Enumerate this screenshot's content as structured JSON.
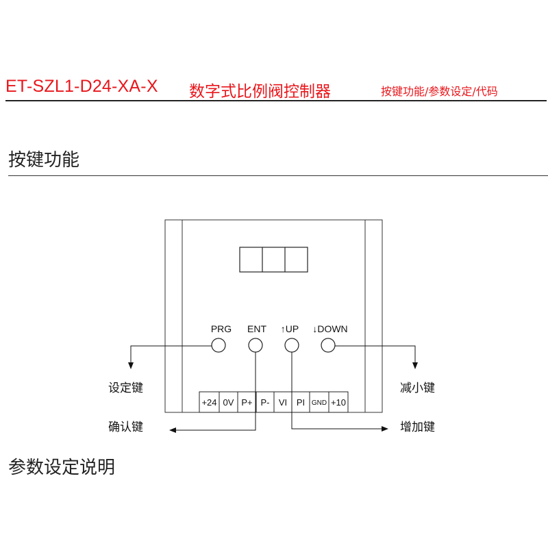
{
  "title": {
    "model": "ET-SZL1-D24-XA-X",
    "name": "数字式比例阀控制器",
    "subtitle": "按键功能/参数设定/代码"
  },
  "sections": {
    "keys": "按键功能",
    "params": "参数设定说明"
  },
  "buttons": {
    "prg": "PRG",
    "ent": "ENT",
    "up": "↑UP",
    "down": "↓DOWN"
  },
  "callouts": {
    "set": "设定键",
    "confirm": "确认键",
    "decrease": "减小键",
    "increase": "增加键"
  },
  "terminals": [
    "+24",
    "0V",
    "P+",
    "P-",
    "VI",
    "PI",
    "GND",
    "+10"
  ]
}
